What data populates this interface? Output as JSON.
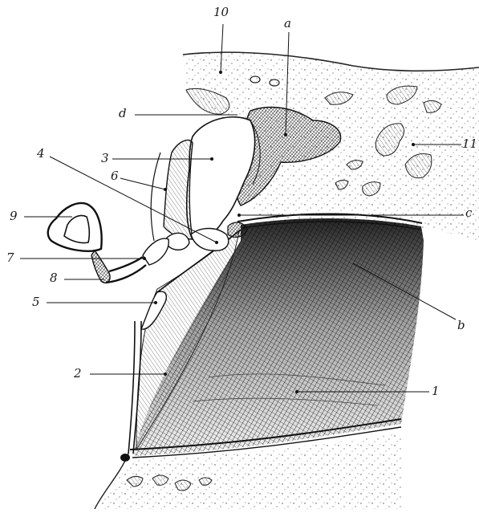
{
  "diagram": {
    "labels": {
      "n1": "1",
      "n2": "2",
      "n3": "3",
      "n4": "4",
      "n5": "5",
      "n6": "6",
      "n7": "7",
      "n8": "8",
      "n9": "9",
      "n10": "10",
      "n11": "11",
      "a": "a",
      "b": "b",
      "c": "c",
      "d": "d"
    }
  }
}
